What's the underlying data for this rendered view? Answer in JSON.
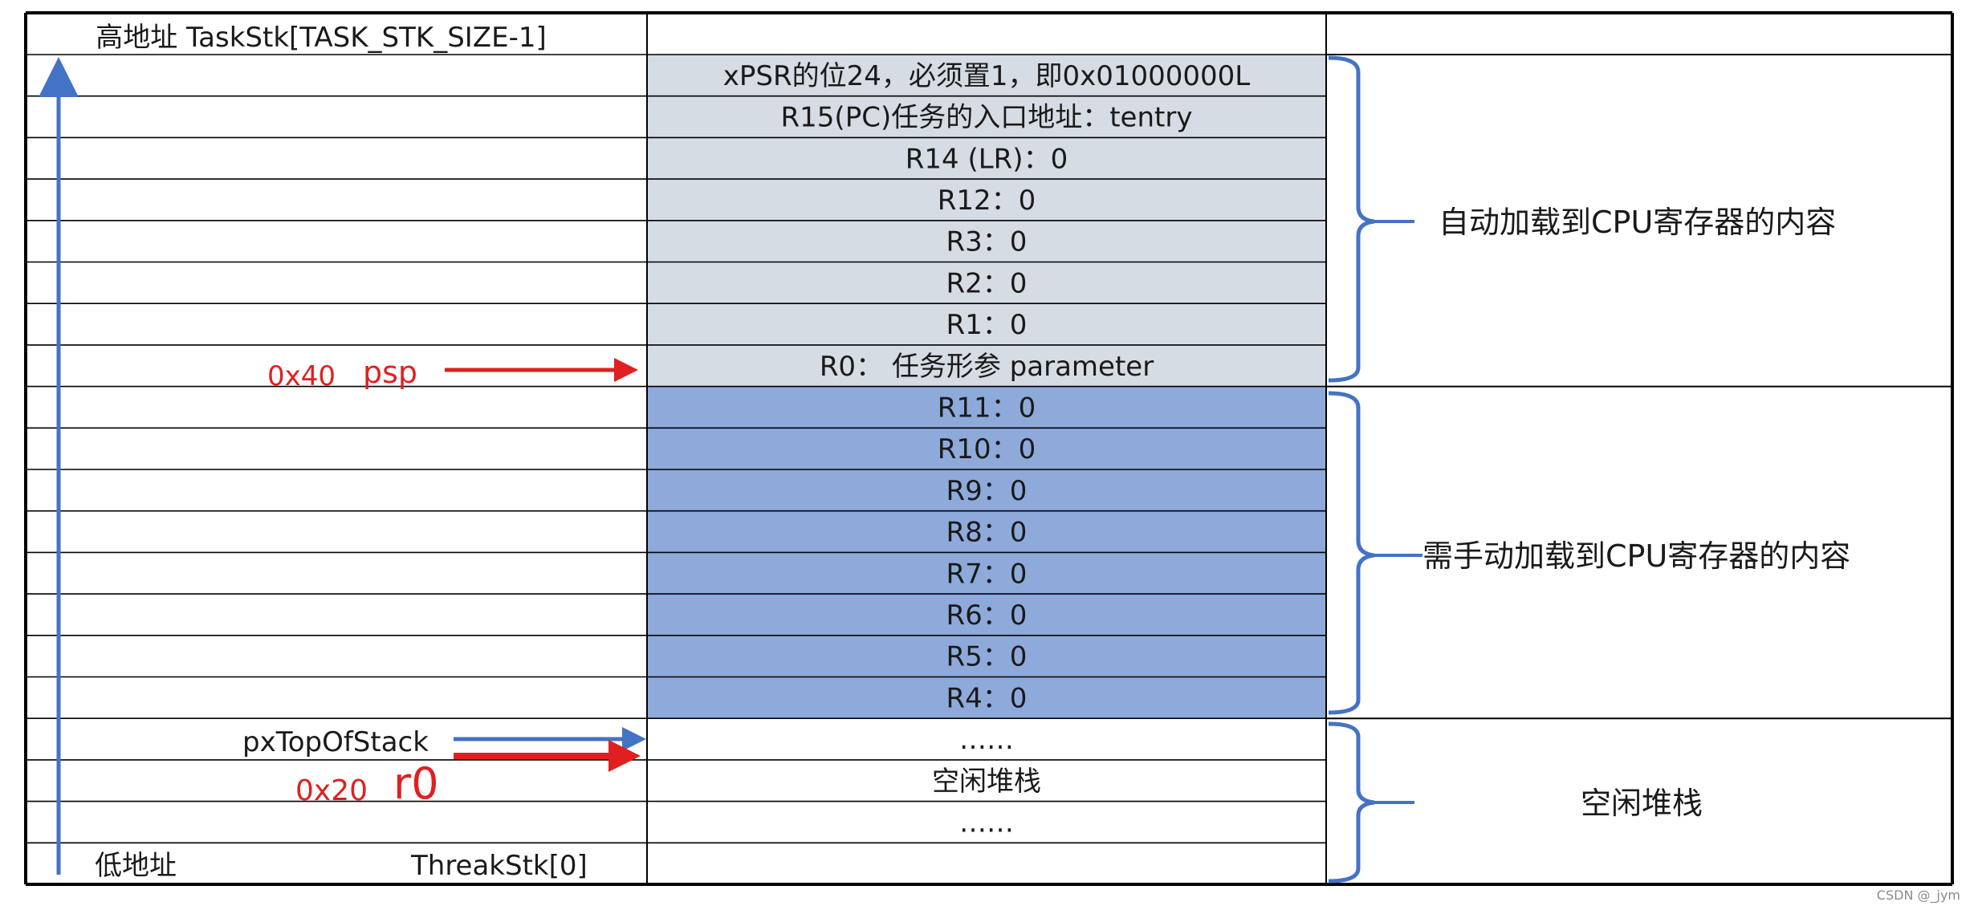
{
  "top_label": "高地址 TaskStk[TASK_STK_SIZE-1]",
  "stack_rows": [
    {
      "text": "xPSR的位24，必须置1，即0x01000000L",
      "fill": "#d6dce4"
    },
    {
      "text": "R15(PC)任务的入口地址：tentry",
      "fill": "#d6dce4"
    },
    {
      "text": "R14 (LR)：0",
      "fill": "#d6dce4"
    },
    {
      "text": "R12：0",
      "fill": "#d6dce4"
    },
    {
      "text": "R3：0",
      "fill": "#d6dce4"
    },
    {
      "text": "R2：0",
      "fill": "#d6dce4"
    },
    {
      "text": "R1：0",
      "fill": "#d6dce4"
    },
    {
      "text": "R0： 任务形参 parameter",
      "fill": "#d6dce4"
    },
    {
      "text": "R11：0",
      "fill": "#8eaadb"
    },
    {
      "text": "R10：0",
      "fill": "#8eaadb"
    },
    {
      "text": "R9：0",
      "fill": "#8eaadb"
    },
    {
      "text": "R8：0",
      "fill": "#8eaadb"
    },
    {
      "text": "R7：0",
      "fill": "#8eaadb"
    },
    {
      "text": "R6：0",
      "fill": "#8eaadb"
    },
    {
      "text": "R5：0",
      "fill": "#8eaadb"
    },
    {
      "text": "R4：0",
      "fill": "#8eaadb"
    },
    {
      "text": "……",
      "fill": "#ffffff"
    },
    {
      "text": "空闲堆栈",
      "fill": "#ffffff"
    },
    {
      "text": "……",
      "fill": "#ffffff"
    },
    {
      "text": "",
      "fill": "#ffffff"
    }
  ],
  "groups": [
    {
      "label": "自动加载到CPU寄存器的内容"
    },
    {
      "label": "需手动加载到CPU寄存器的内容"
    },
    {
      "label": "空闲堆栈"
    }
  ],
  "pointers": {
    "psp_addr": "0x40",
    "psp_name": "psp",
    "pxTopOfStack": "pxTopOfStack",
    "r0_addr": "0x20",
    "r0_name": "r0"
  },
  "bottom_left": "低地址",
  "bottom_right": "ThreakStk[0]",
  "watermark": "CSDN @_jym",
  "colors": {
    "auto_fill": "#d6dce4",
    "manual_fill": "#8eaadb",
    "arrow_blue": "#4472c4",
    "arrow_red": "#e02020",
    "brace_blue": "#4472c4"
  }
}
